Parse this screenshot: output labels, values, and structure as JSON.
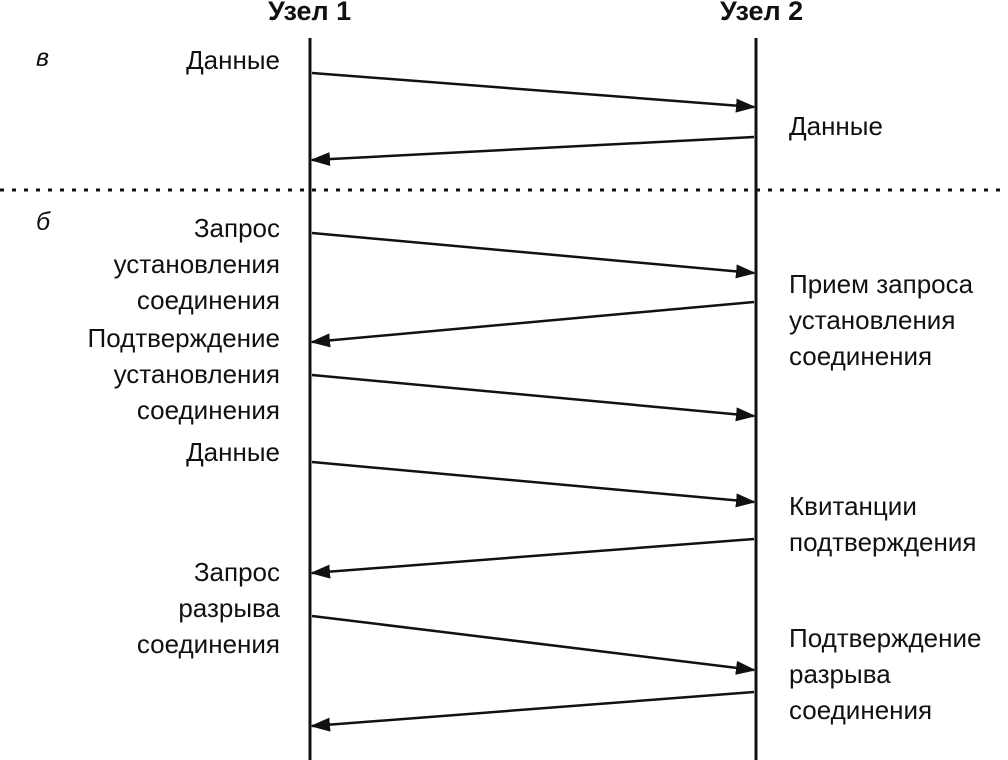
{
  "nodes": {
    "left": "Узел 1",
    "right": "Узел 2"
  },
  "sections": {
    "a": "в",
    "b": "б"
  },
  "left_labels": {
    "a_data": "Данные",
    "b_req": [
      "Запрос",
      "установления",
      "соединения"
    ],
    "b_confirm": [
      "Подтверждение",
      "установления",
      "соединения"
    ],
    "b_data": "Данные",
    "b_disc": [
      "Запрос",
      "разрыва",
      "соединения"
    ]
  },
  "right_labels": {
    "a_data": "Данные",
    "b_accept": [
      "Прием запроса",
      "установления",
      "соединения"
    ],
    "b_receipts": [
      "Квитанции",
      "подтверждения"
    ],
    "b_disc_confirm": [
      "Подтверждение",
      "разрыва",
      "соединения"
    ]
  }
}
